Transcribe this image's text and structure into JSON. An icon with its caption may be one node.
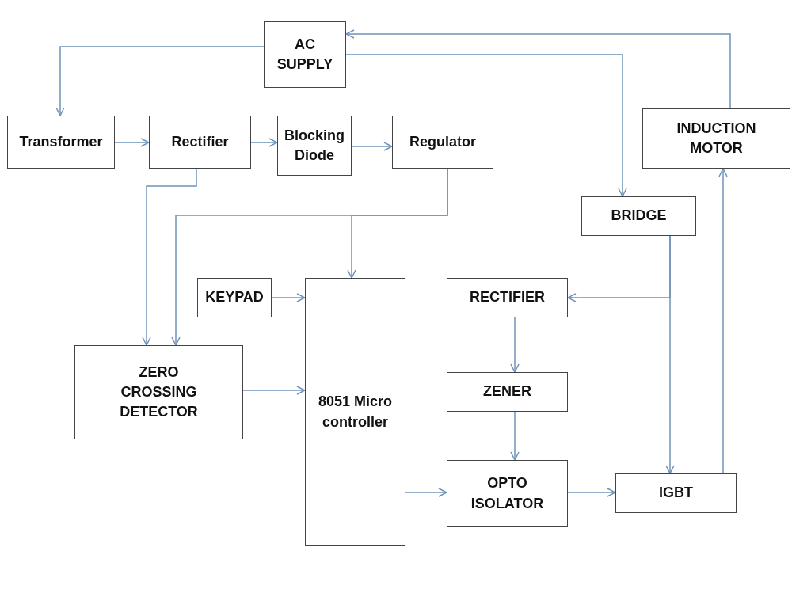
{
  "diagram": {
    "nodes": [
      {
        "text": [
          "AC SUPPLY"
        ]
      },
      {
        "text": [
          "Transformer"
        ]
      },
      {
        "text": [
          "Rectifier"
        ]
      },
      {
        "text": [
          "Blocking Diode"
        ]
      },
      {
        "text": [
          "Regulator"
        ]
      },
      {
        "text": [
          "INDUCTION MOTOR"
        ]
      },
      {
        "text": [
          "BRIDGE"
        ]
      },
      {
        "text": [
          "KEYPAD"
        ]
      },
      {
        "text": [
          "8051 Micro controller"
        ]
      },
      {
        "text": [
          "RECTIFIER"
        ]
      },
      {
        "text": [
          "ZERO CROSSING DETECTOR"
        ]
      },
      {
        "text": [
          "ZENER"
        ]
      },
      {
        "text": [
          "OPTO ISOLATOR"
        ]
      },
      {
        "text": [
          "IGBT"
        ]
      }
    ],
    "edges": [
      {
        "from": 0,
        "to": 1,
        "arrow": "to"
      },
      {
        "from": 1,
        "to": 2,
        "arrow": "to"
      },
      {
        "from": 2,
        "to": 3,
        "arrow": "to"
      },
      {
        "from": 3,
        "to": 4,
        "arrow": "to"
      },
      {
        "from": 2,
        "to": 10,
        "arrow": "to"
      },
      {
        "from": 4,
        "to": 10,
        "arrow": "to"
      },
      {
        "from": 4,
        "to": 8,
        "arrow": "to"
      },
      {
        "from": 7,
        "to": 8,
        "arrow": "to"
      },
      {
        "from": 10,
        "to": 8,
        "arrow": "to"
      },
      {
        "from": 8,
        "to": 12,
        "arrow": "to"
      },
      {
        "from": 12,
        "to": 13,
        "arrow": "to"
      },
      {
        "from": 0,
        "to": 6,
        "arrow": "to"
      },
      {
        "from": 13,
        "to": 5,
        "arrow": "to"
      },
      {
        "from": 5,
        "to": 0,
        "arrow": "to"
      },
      {
        "from": 6,
        "to": 13,
        "arrow": "to"
      },
      {
        "from": 6,
        "to": 9,
        "arrow": "to"
      },
      {
        "from": 9,
        "to": 11,
        "arrow": "to"
      },
      {
        "from": 11,
        "to": 12,
        "arrow": "to"
      }
    ]
  }
}
